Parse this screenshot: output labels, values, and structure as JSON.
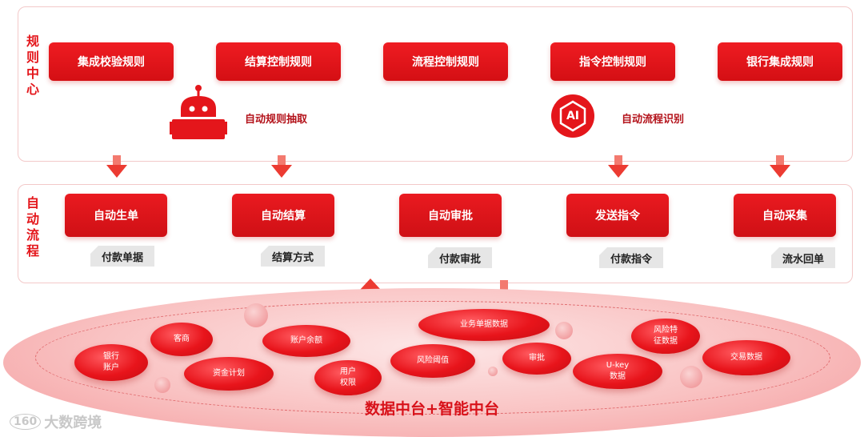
{
  "rule_center": {
    "label": "规则中心",
    "rules": [
      "集成校验规则",
      "结算控制规则",
      "流程控制规则",
      "指令控制规则",
      "银行集成规则"
    ],
    "auto_extract": "自动规则抽取",
    "auto_identify": "自动流程识别",
    "ai_badge": "AI"
  },
  "auto_flow": {
    "label": "自动流程",
    "steps": [
      {
        "label": "自动生单",
        "tag": "付款单据"
      },
      {
        "label": "自动结算",
        "tag": "结算方式"
      },
      {
        "label": "自动审批",
        "tag": "付款审批"
      },
      {
        "label": "发送指令",
        "tag": "付款指令"
      },
      {
        "label": "自动采集",
        "tag": "流水回单"
      }
    ]
  },
  "data_platform": {
    "title": "数据中台+智能中台",
    "items": [
      "银行\n账户",
      "客商",
      "资金计划",
      "账户余额",
      "用户\n权限",
      "业务单据数据",
      "风险阈值",
      "审批",
      "U-key\n数据",
      "风险特\n征数据",
      "交易数据"
    ]
  },
  "watermark": {
    "text": "大数跨境",
    "logo": "160"
  },
  "colors": {
    "accent": "#e4161b",
    "tag_bg": "#e6e6e6"
  },
  "icons": [
    "robot-icon",
    "ai-badge-icon",
    "down-arrow-icon",
    "up-arrow-icon"
  ]
}
